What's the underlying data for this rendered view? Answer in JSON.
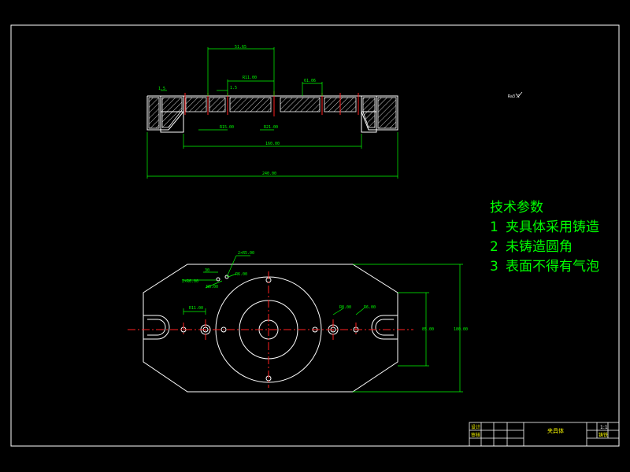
{
  "notes": {
    "title": "技术参数",
    "items": [
      {
        "num": "1",
        "text": "夹具体采用铸造"
      },
      {
        "num": "2",
        "text": "未铸造圆角"
      },
      {
        "num": "3",
        "text": "表面不得有气泡"
      }
    ]
  },
  "top_view_dims": {
    "width_top": "51.65",
    "center_a": "R11.00",
    "small_left": "1.5",
    "small_mid": "1.5",
    "right_top": "61.06",
    "bottom_left": "R15.00",
    "bottom_mid": "R21.00",
    "inner_span": "160.00",
    "overall": "240.00"
  },
  "plan_view_dims": {
    "hole_callout": "2×R5.00",
    "left_a": "30",
    "left_b": "R6.00",
    "left_c": "2×R6.00",
    "left_d": "R6.00",
    "hole_left": "R11.00",
    "hole_right_a": "R8.00",
    "hole_right_b": "R6.00",
    "height_inner": "85.00",
    "height_outer": "180.00"
  },
  "stamp": "Ra3.2",
  "title_block": {
    "part_name": "夹具体",
    "scale": "1:1",
    "row1": "设计",
    "row2": "审核",
    "material": "铸铁"
  }
}
